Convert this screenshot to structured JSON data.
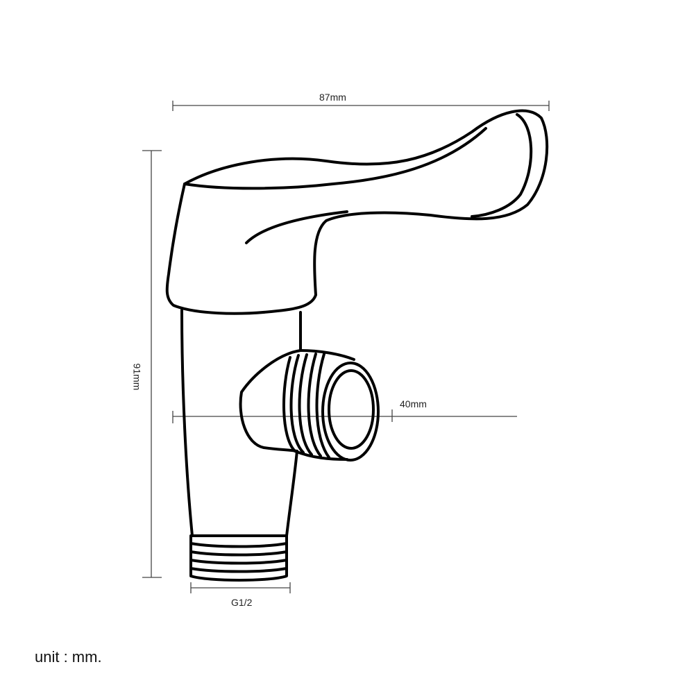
{
  "dimensions": {
    "width": "87mm",
    "height": "91mm",
    "outlet_length": "40mm",
    "thread": "G1/2"
  },
  "unit_note": "unit : mm."
}
